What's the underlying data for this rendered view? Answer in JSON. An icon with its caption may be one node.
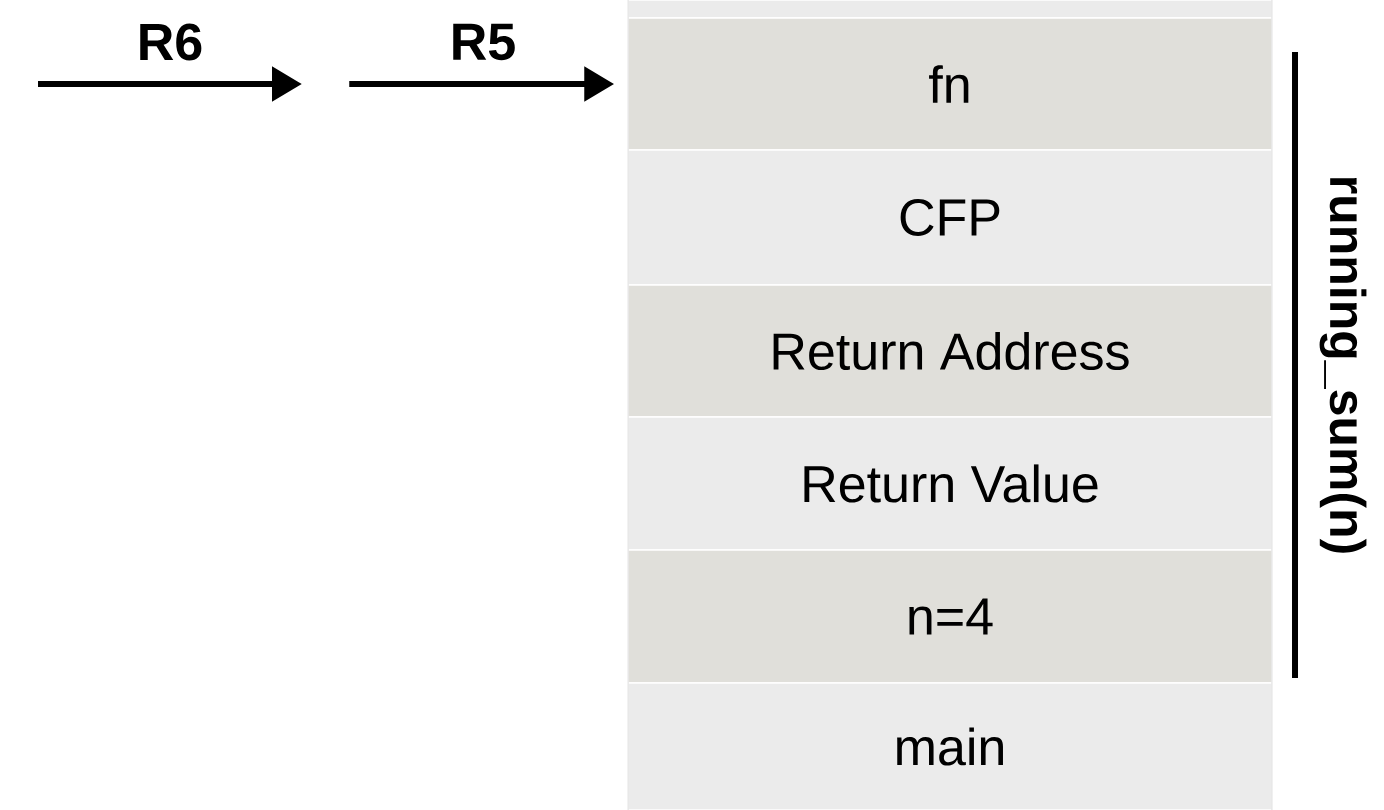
{
  "diagram": {
    "nodes": [
      {
        "text": [],
        "shape": "box"
      },
      {
        "text": [
          "fn"
        ]
      },
      {
        "text": [
          "CFP"
        ]
      },
      {
        "text": [
          "Return Address"
        ]
      },
      {
        "text": [
          "Return Value"
        ]
      },
      {
        "text": [
          "n=4"
        ]
      },
      {
        "text": [
          "main"
        ]
      }
    ],
    "edges": [
      {
        "from": null,
        "to": 1,
        "arrow": "to",
        "label": "R5"
      }
    ],
    "labels": [
      "R6",
      "running_sum(n)"
    ]
  }
}
